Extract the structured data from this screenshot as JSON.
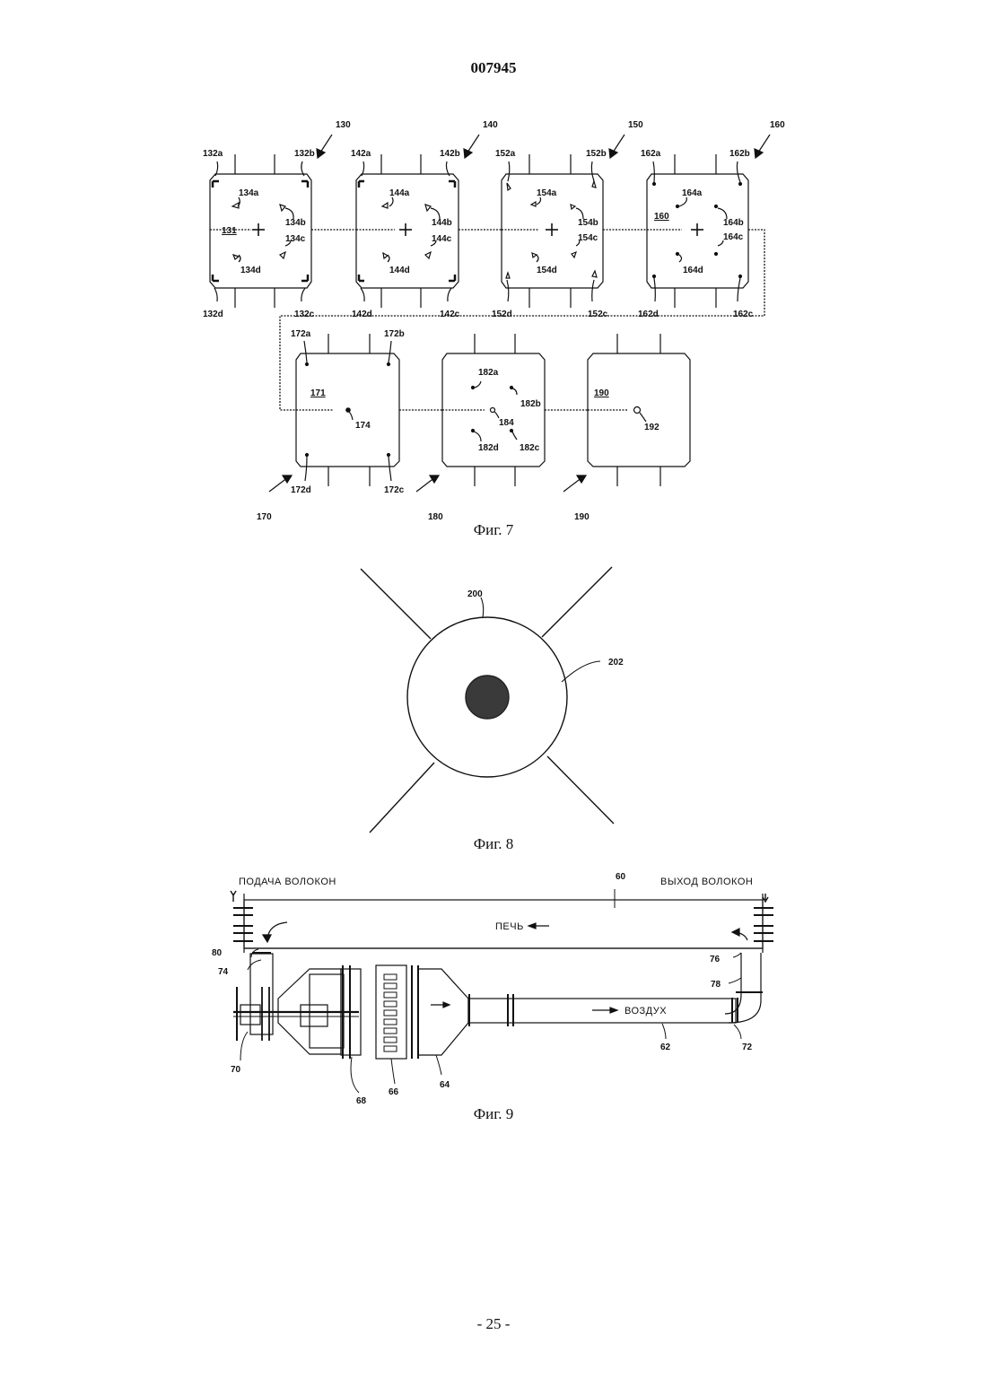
{
  "header": {
    "doc_number": "007945"
  },
  "footer": {
    "page": "- 25 -"
  },
  "figures": {
    "fig7": {
      "caption": "Фиг. 7",
      "units": {
        "u130": {
          "ref": "130",
          "center": "131",
          "corners": [
            "132a",
            "132b",
            "132c",
            "132d"
          ],
          "nozzles": [
            "134a",
            "134b",
            "134c",
            "134d"
          ]
        },
        "u140": {
          "ref": "140",
          "corners": [
            "142a",
            "142b",
            "142c",
            "142d"
          ],
          "nozzles": [
            "144a",
            "144b",
            "144c",
            "144d"
          ]
        },
        "u150": {
          "ref": "150",
          "corners": [
            "152a",
            "152b",
            "152c",
            "152d"
          ],
          "nozzles": [
            "154a",
            "154b",
            "154c",
            "154d"
          ]
        },
        "u160": {
          "ref": "160",
          "center": "160",
          "corners": [
            "162a",
            "162b",
            "162c",
            "162d"
          ],
          "nozzles": [
            "164a",
            "164b",
            "164c",
            "164d"
          ]
        },
        "u170": {
          "ref": "170",
          "center": "171",
          "corners": [
            "172a",
            "172b",
            "172c",
            "172d"
          ],
          "nozzle": "174"
        },
        "u180": {
          "ref": "180",
          "corners": [
            "182a",
            "182b",
            "182c",
            "182d"
          ],
          "nozzle": "184"
        },
        "u190": {
          "ref": "190",
          "center": "190",
          "nozzle": "192"
        }
      }
    },
    "fig8": {
      "caption": "Фиг. 8",
      "ref_outer": "200",
      "ref_face": "202"
    },
    "fig9": {
      "caption": "Фиг. 9",
      "fiber_in": "ПОДАЧА ВОЛОКОН",
      "fiber_out": "ВЫХОД ВОЛОКОН",
      "oven": "ПЕЧЬ",
      "air": "ВОЗДУХ",
      "refs": {
        "r60": "60",
        "r62": "62",
        "r64": "64",
        "r66": "66",
        "r68": "68",
        "r70": "70",
        "r72": "72",
        "r74": "74",
        "r76": "76",
        "r78": "78",
        "r80": "80"
      }
    }
  }
}
